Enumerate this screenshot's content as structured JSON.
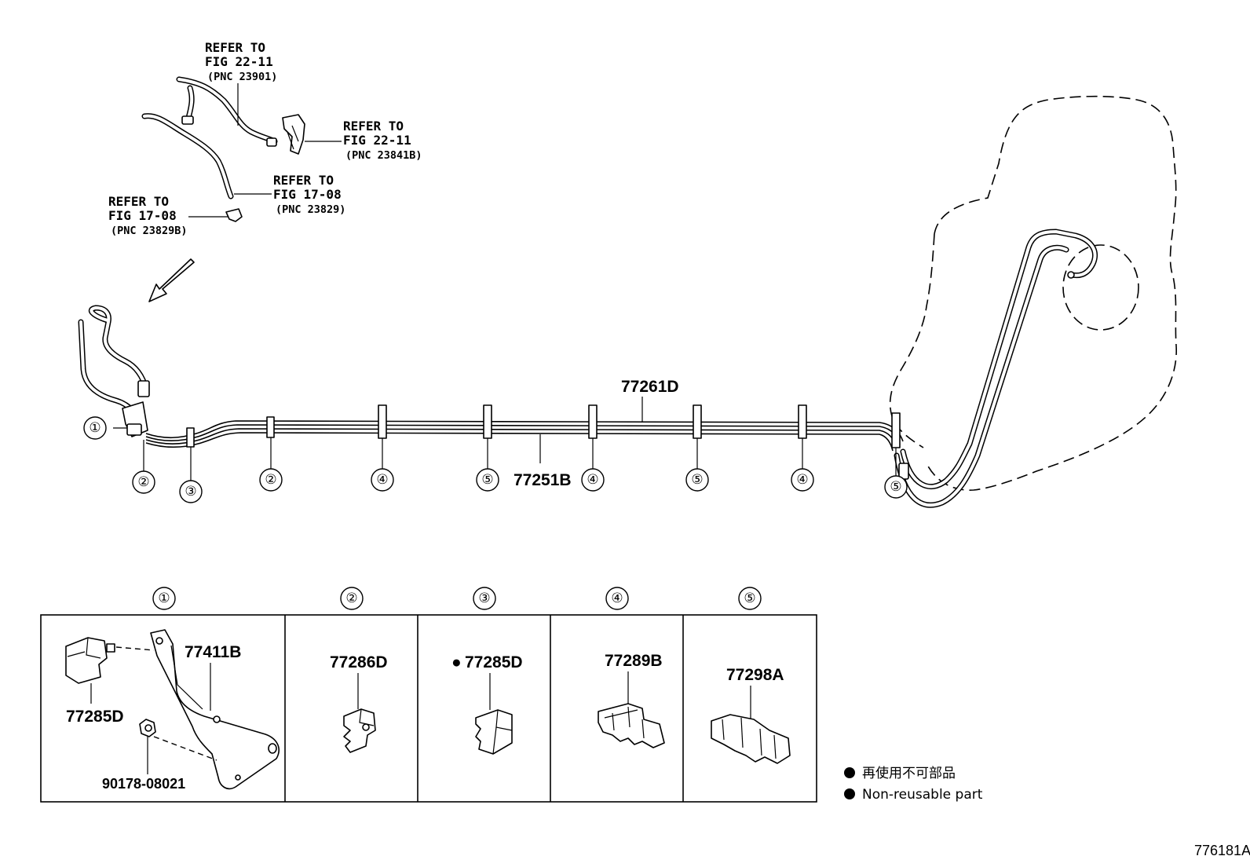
{
  "refer_notes": [
    {
      "l1": "REFER TO",
      "l2": "FIG 22-11",
      "l3": "(PNC 23901)"
    },
    {
      "l1": "REFER TO",
      "l2": "FIG 22-11",
      "l3": "(PNC 23841B)"
    },
    {
      "l1": "REFER TO",
      "l2": "FIG 17-08",
      "l3": "(PNC 23829)"
    },
    {
      "l1": "REFER TO",
      "l2": "FIG 17-08",
      "l3": "(PNC 23829B)"
    }
  ],
  "main_parts": {
    "upper_tube": "77261D",
    "lower_tube": "77251B"
  },
  "callouts": [
    "①",
    "②",
    "③",
    "④",
    "⑤"
  ],
  "detail_boxes": [
    {
      "id": "①",
      "parts": [
        "77411B",
        "77285D",
        "90178-08021"
      ]
    },
    {
      "id": "②",
      "parts": [
        "77286D"
      ]
    },
    {
      "id": "③",
      "parts": [
        "77285D"
      ],
      "mark": "●"
    },
    {
      "id": "④",
      "parts": [
        "77289B"
      ]
    },
    {
      "id": "⑤",
      "parts": [
        "77298A"
      ]
    }
  ],
  "legend": {
    "mark": "●",
    "line_jp": "再使用不可部品",
    "line_en": "Non-reusable part"
  },
  "figure_id": "776181A"
}
